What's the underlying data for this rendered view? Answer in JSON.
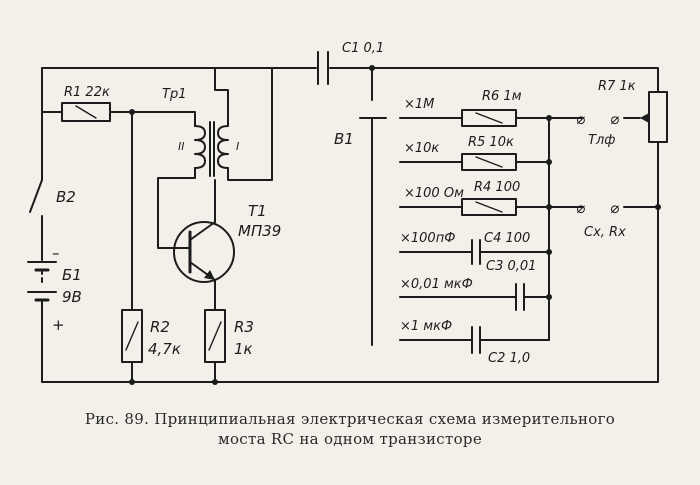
{
  "diagram": {
    "R1": "R1 22к",
    "Tp1": "Тр1",
    "winding_II": "II",
    "winding_I": "I",
    "C1": "С1 0,1",
    "R7": "R7 1к",
    "B2": "В2",
    "minus": "–",
    "plus": "+",
    "B1_batt": "Б1",
    "B1_volt": "9В",
    "T1": "Т1",
    "T1_type": "МП39",
    "R2": "R2",
    "R2_val": "4,7к",
    "R3": "R3",
    "R3_val": "1к",
    "switch_B1": "В1",
    "range_1M": "×1М",
    "R6": "R6 1м",
    "range_10k": "×10к",
    "R5": "R5 10к",
    "range_100ohm": "×100 Ом",
    "R4": "R4 100",
    "range_100pF": "×100пФ",
    "C4": "С4 100",
    "C3": "С3 0,01",
    "range_001uF": "×0,01 мкФ",
    "range_1uF": "×1 мкФ",
    "C2": "С2 1,0",
    "tlf": "Тлф",
    "cx_rx": "Сх, Rх"
  },
  "caption": {
    "line1": "Рис. 89. Принципиальная электрическая схема измерительного",
    "line2": "моста RC на одном транзисторе"
  }
}
